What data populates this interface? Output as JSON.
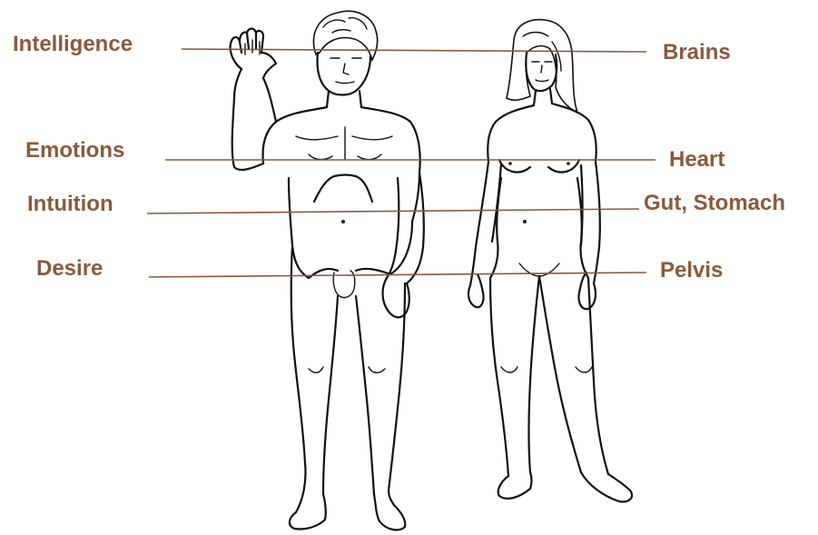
{
  "colors": {
    "label": "#8a5a3c",
    "connector": "#8a5a3c",
    "outline": "#111111",
    "background": "#ffffff"
  },
  "labels_left": [
    {
      "text": "Intelligence"
    },
    {
      "text": "Emotions"
    },
    {
      "text": "Intuition"
    },
    {
      "text": "Desire"
    }
  ],
  "labels_right": [
    {
      "text": "Brains"
    },
    {
      "text": "Heart"
    },
    {
      "text": "Gut, Stomach"
    },
    {
      "text": "Pelvis"
    }
  ],
  "figures": [
    {
      "name": "male-figure"
    },
    {
      "name": "female-figure"
    }
  ]
}
